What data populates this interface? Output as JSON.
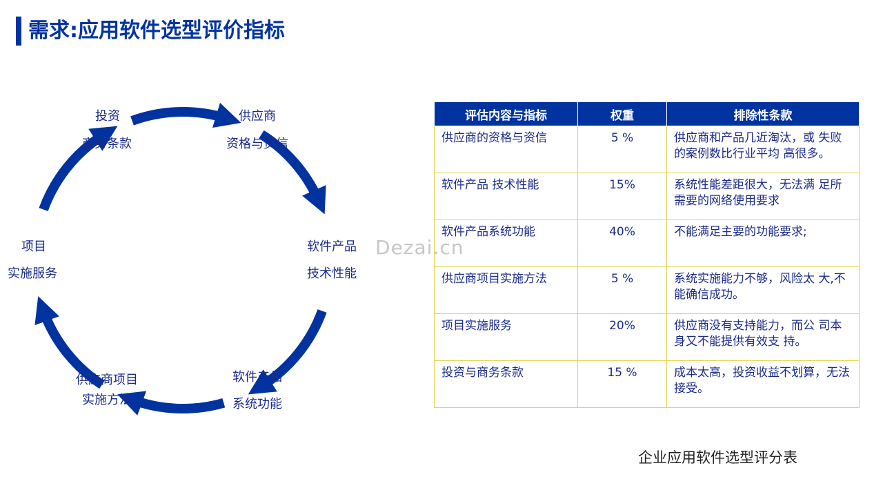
{
  "page": {
    "title": "需求:应用软件选型评价指标",
    "caption": "企业应用软件选型评分表",
    "watermark": "Dezai.cn"
  },
  "colors": {
    "accent": "#0033a0",
    "label_text": "#1a2b8a",
    "table_border": "#e8d24a",
    "watermark": "#c7c7c7"
  },
  "cycle": {
    "arrow_direction": "clockwise",
    "nodes": [
      {
        "line1": "投资",
        "line2": "商务条款"
      },
      {
        "line1": "供应商",
        "line2": "资格与资信"
      },
      {
        "line1": "软件产品",
        "line2": "技术性能"
      },
      {
        "line1": "软件产品",
        "line2": "系统功能"
      },
      {
        "line1": "供应商项目",
        "line2": "实施方法"
      },
      {
        "line1": "项目",
        "line2": "实施服务"
      }
    ]
  },
  "table": {
    "headers": [
      "评估内容与指标",
      "权重",
      "排除性条款"
    ],
    "rows": [
      {
        "item": "供应商的资格与资信",
        "weight": "5 %",
        "exclusion": "供应商和产品几近淘汰，或 失败的案例数比行业平均 高很多。"
      },
      {
        "item": "软件产品 技术性能",
        "weight": "15%",
        "exclusion": "系统性能差距很大，无法满 足所需要的网络使用要求"
      },
      {
        "item": "软件产品系统功能",
        "weight": "40%",
        "exclusion": "不能满足主要的功能要求;"
      },
      {
        "item": "供应商项目实施方法",
        "weight": "5 %",
        "exclusion": "系统实施能力不够，风险太 大,不能确信成功。"
      },
      {
        "item": "项目实施服务",
        "weight": "20%",
        "exclusion": "供应商没有支持能力，而公 司本身又不能提供有效支 持。"
      },
      {
        "item": "投资与商务条款",
        "weight": "15 %",
        "exclusion": "成本太高，投资收益不划算，无法接受。"
      }
    ]
  }
}
